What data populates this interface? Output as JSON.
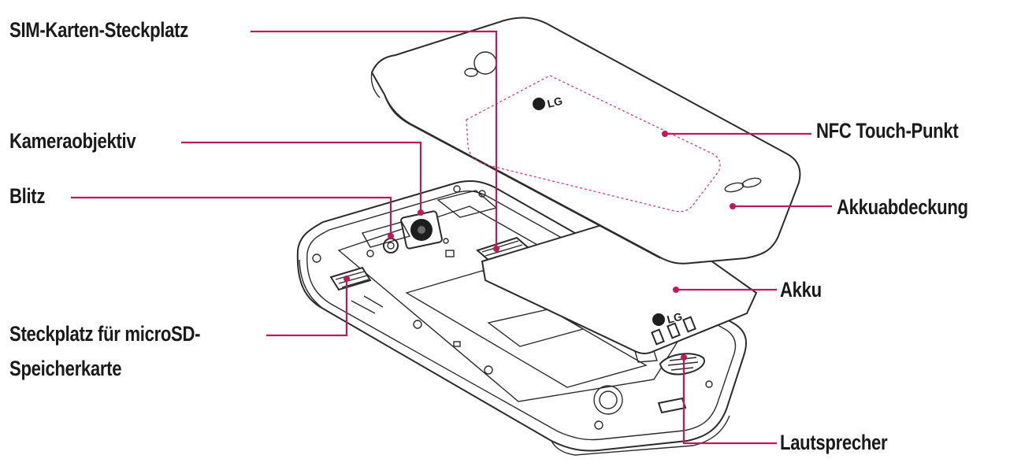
{
  "diagram": {
    "labels": {
      "sim_slot": "SIM-Karten-Steckplatz",
      "camera_lens": "Kameraobjektiv",
      "flash": "Blitz",
      "microsd_slot_line1": "Steckplatz für microSD-",
      "microsd_slot_line2": "Speicherkarte",
      "nfc_touch_point": "NFC Touch-Punkt",
      "battery_cover": "Akkuabdeckung",
      "battery": "Akku",
      "speaker": "Lautsprecher"
    },
    "logo_text": "LG",
    "colors": {
      "leader_line": "#c0175d",
      "outline": "#2b2b2b",
      "nfc_area": "#d23c6e",
      "text": "#1a1a1a"
    }
  }
}
